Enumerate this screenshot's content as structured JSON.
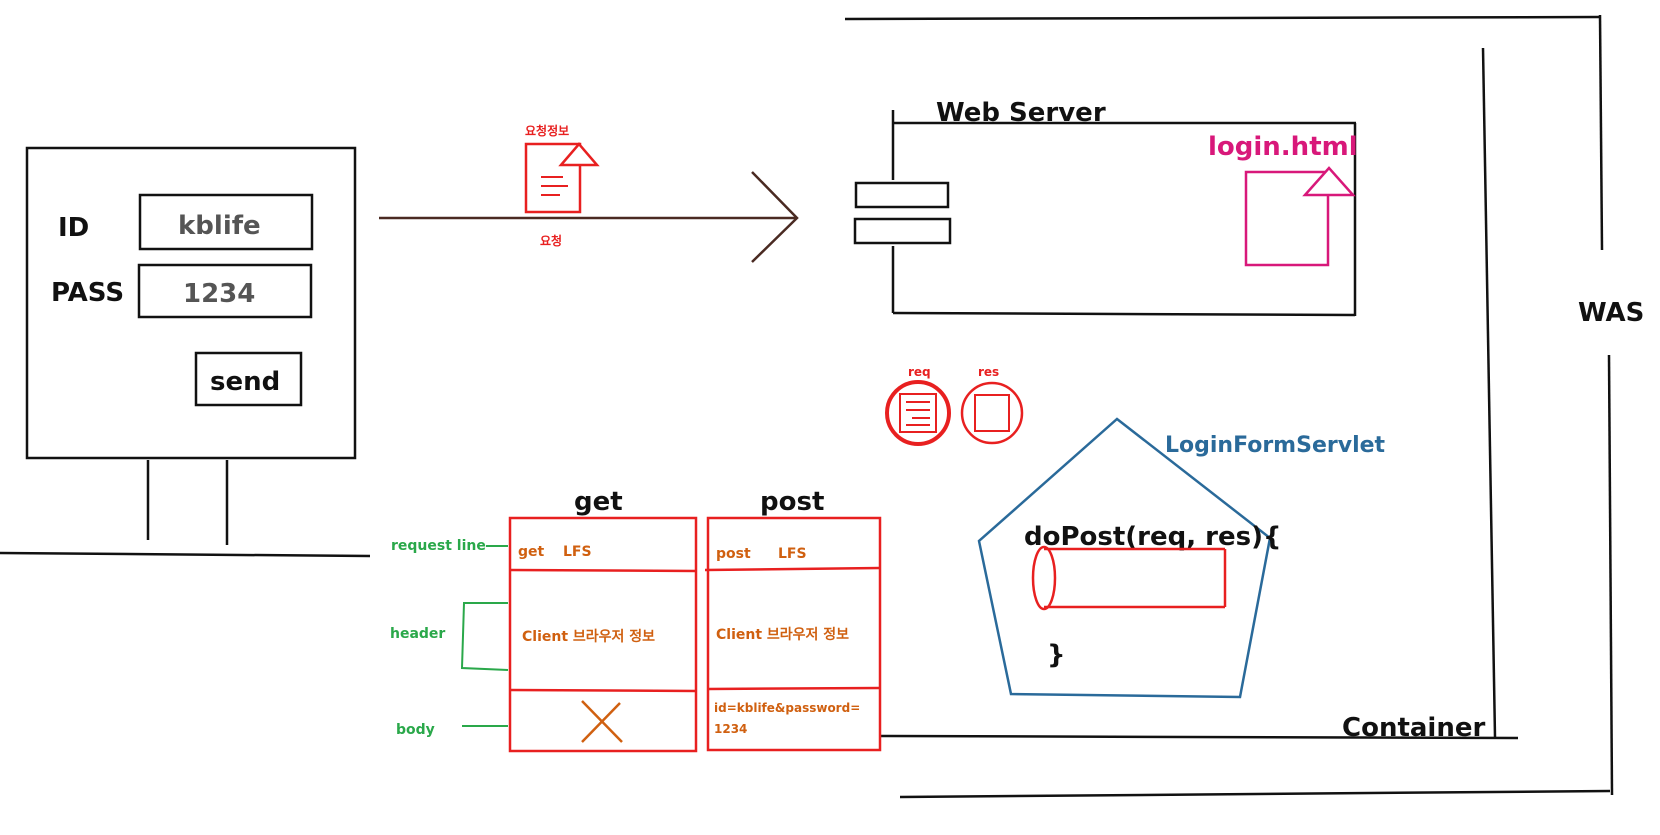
{
  "client": {
    "id_label": "ID",
    "id_value": "kblife",
    "pass_label": "PASS",
    "pass_value": "1234",
    "send_label": "send"
  },
  "arrow": {
    "top_label": "요청정보",
    "bottom_label": "요청"
  },
  "webserver": {
    "title": "Web Server",
    "file": "login.html"
  },
  "was": {
    "label": "WAS",
    "container_label": "Container"
  },
  "objects": {
    "req": "req",
    "res": "res"
  },
  "servlet": {
    "name": "LoginFormServlet",
    "method": "doPost(req, res){",
    "close": "}"
  },
  "request_parts": {
    "line": "request line",
    "header": "header",
    "body": "body"
  },
  "get_table": {
    "title": "get",
    "method": "get",
    "target": "LFS",
    "header": "Client 브라우저 정보"
  },
  "post_table": {
    "title": "post",
    "method": "post",
    "target": "LFS",
    "header": "Client 브라우저 정보",
    "body_line1": "id=kblife&password=",
    "body_line2": "1234"
  },
  "colors": {
    "red": "#e82020",
    "orange": "#d06010",
    "green": "#2aa84a",
    "magenta": "#d8187a",
    "blue": "#2a6a9a",
    "arrow": "#4a2a22"
  }
}
